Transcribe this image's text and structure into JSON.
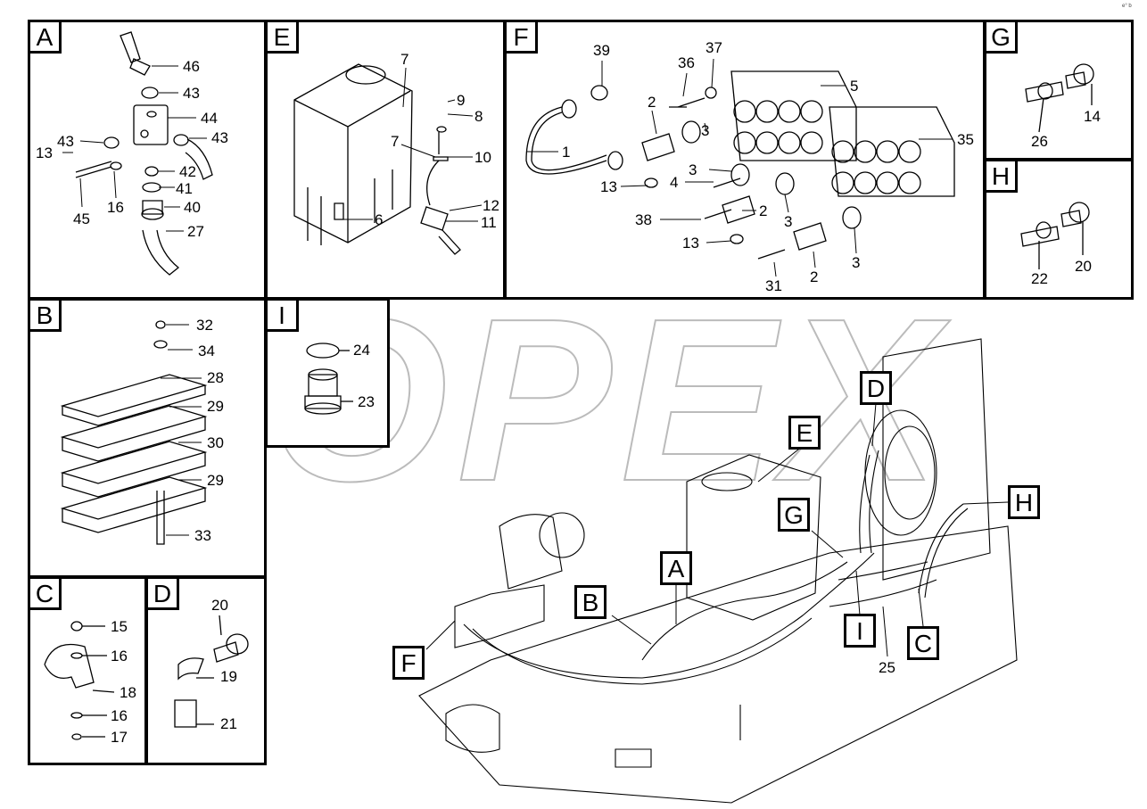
{
  "corner_mark": "e° b",
  "watermark": "OPEX",
  "panels": {
    "A": {
      "letter": "A",
      "callouts": [
        "46",
        "43",
        "44",
        "43",
        "43",
        "13",
        "42",
        "41",
        "40",
        "27",
        "45",
        "16"
      ]
    },
    "B": {
      "letter": "B",
      "callouts": [
        "32",
        "34",
        "28",
        "29",
        "30",
        "29",
        "33"
      ]
    },
    "C": {
      "letter": "C",
      "callouts": [
        "15",
        "16",
        "18",
        "16",
        "17"
      ]
    },
    "D": {
      "letter": "D",
      "callouts": [
        "20",
        "19",
        "21"
      ]
    },
    "E": {
      "letter": "E",
      "callouts": [
        "7",
        "9",
        "8",
        "7",
        "10",
        "12",
        "11",
        "6"
      ]
    },
    "F": {
      "letter": "F",
      "callouts": [
        "39",
        "36",
        "37",
        "5",
        "2",
        "35",
        "1",
        "3",
        "3",
        "4",
        "13",
        "2",
        "3",
        "38",
        "13",
        "3",
        "31",
        "2"
      ]
    },
    "G": {
      "letter": "G",
      "callouts": [
        "14",
        "26"
      ]
    },
    "H": {
      "letter": "H",
      "callouts": [
        "20",
        "22"
      ]
    },
    "I": {
      "letter": "I",
      "callouts": [
        "24",
        "23"
      ]
    }
  },
  "main_view": {
    "labels": [
      "A",
      "B",
      "C",
      "D",
      "E",
      "F",
      "G",
      "H",
      "I"
    ],
    "callouts": [
      "25"
    ]
  }
}
